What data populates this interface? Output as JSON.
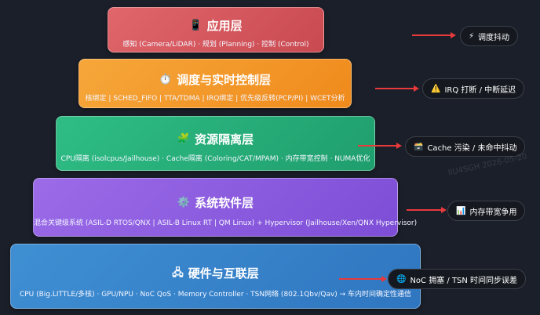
{
  "layers": [
    {
      "title": "应用层",
      "icon": "mobile-phone-icon",
      "glyph": "📱",
      "desc": "感知 (Camera/LiDAR) · 规划 (Planning) · 控制 (Control)",
      "color": "#d9565c"
    },
    {
      "title": "调度与实时控制层",
      "icon": "stopwatch-icon",
      "glyph": "⏱️",
      "desc": "核绑定 | SCHED_FIFO | TTA/TDMA | IRQ绑定 | 优先级反转(PCP/PI) | WCET分析",
      "color": "#f39a2c"
    },
    {
      "title": "资源隔离层",
      "icon": "puzzle-icon",
      "glyph": "🧩",
      "desc": "CPU隔离 (isolcpus/Jailhouse) · Cache隔离 (Coloring/CAT/MPAM) · 内存带宽控制 · NUMA优化",
      "color": "#27ae78"
    },
    {
      "title": "系统软件层",
      "icon": "gear-icon",
      "glyph": "⚙️",
      "desc": "混合关键级系统 (ASIL-D RTOS/QNX | ASIL-B Linux RT | QM Linux) + Hypervisor (Jailhouse/Xen/QNX Hypervisor)",
      "color": "#8b5cdf"
    },
    {
      "title": "硬件与互联层",
      "icon": "network-icon",
      "glyph": "🖧",
      "desc": "CPU (Big.LITTLE/多核) · GPU/NPU · NoC QoS · Memory Controller · TSN网络 (802.1Qbv/Qav) → 车内时间确定性通信",
      "color": "#3784ca"
    }
  ],
  "tags": [
    {
      "label": "调度抖动",
      "icon": "lightning-icon",
      "glyph": "⚡"
    },
    {
      "label": "IRQ 打断 / 中断延迟",
      "icon": "warning-icon",
      "glyph": "⚠️"
    },
    {
      "label": "Cache 污染 / 未命中抖动",
      "icon": "cache-icon",
      "glyph": "🗃️"
    },
    {
      "label": "内存带宽争用",
      "icon": "bar-chart-icon",
      "glyph": "📊"
    },
    {
      "label": "NoC 拥塞 / TSN 时间同步误差",
      "icon": "globe-icon",
      "glyph": "🌐"
    }
  ],
  "watermark": "IIU4SGH 2026-05-20"
}
